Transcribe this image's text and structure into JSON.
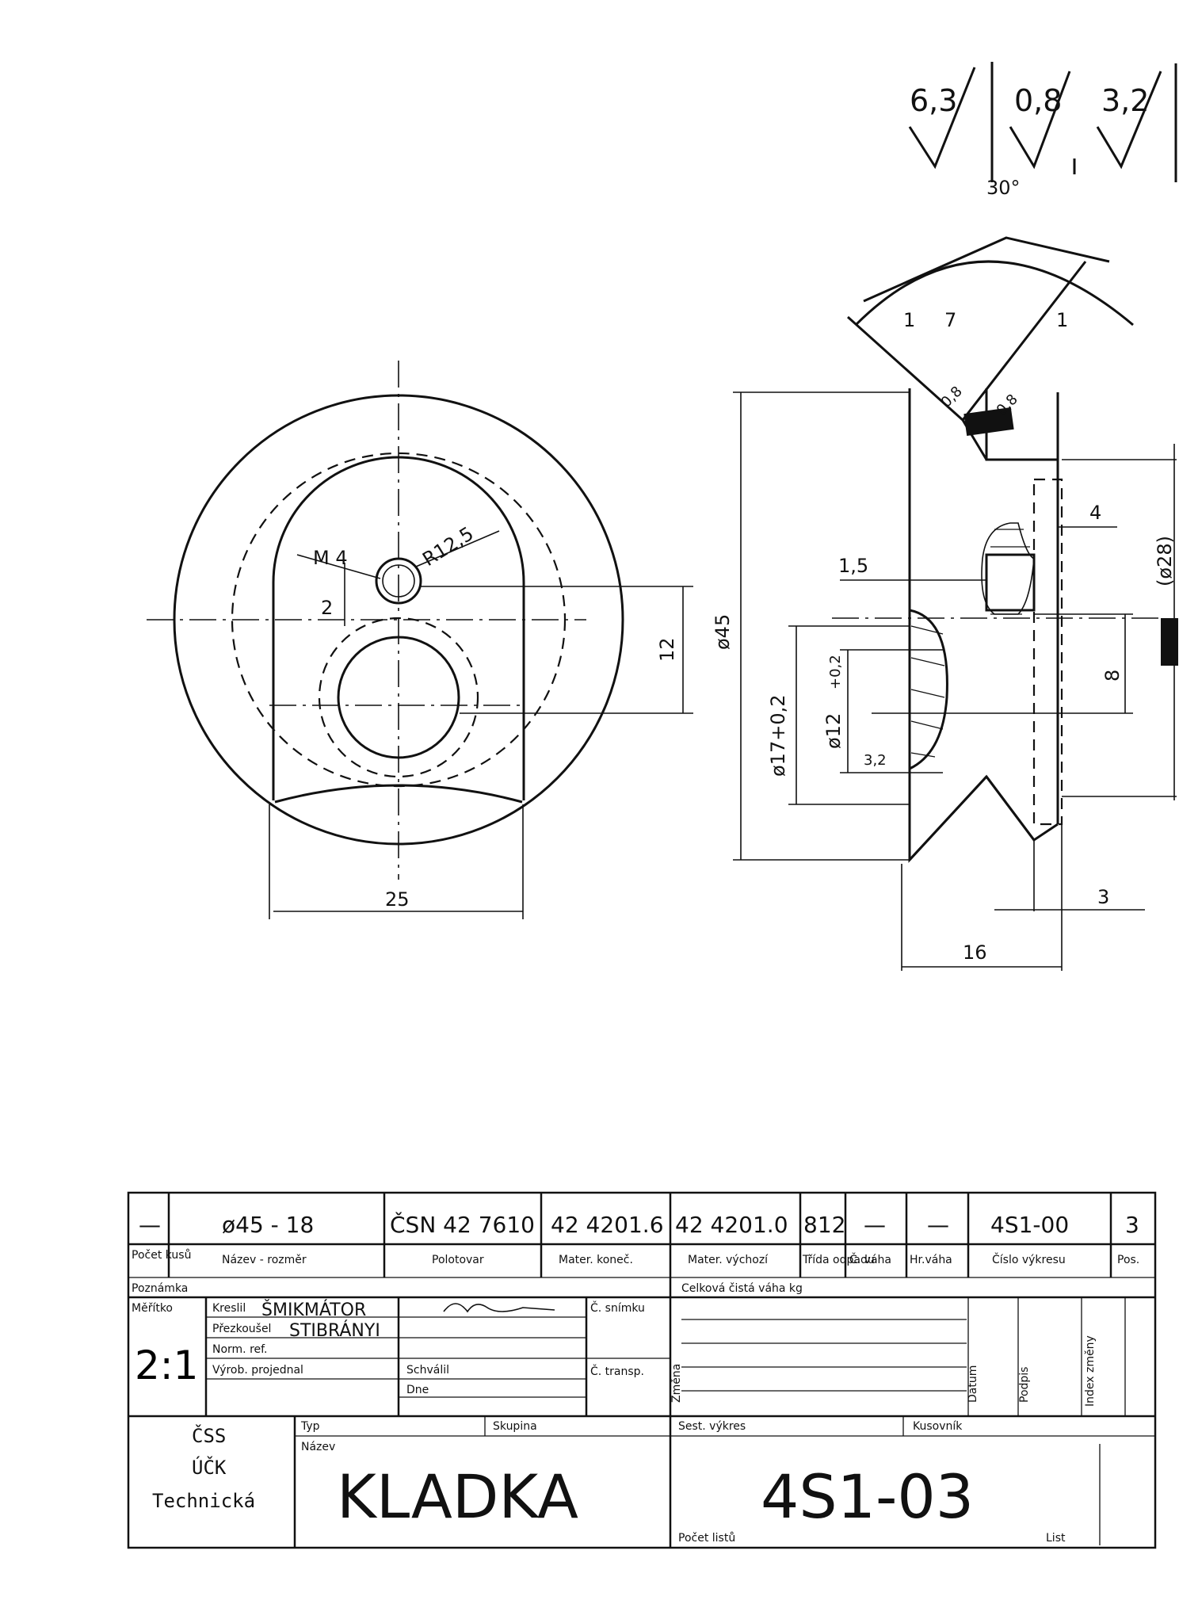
{
  "roughness": {
    "general": "6,3",
    "first": "0,8",
    "second": "3,2"
  },
  "front_view": {
    "thread": "M 4",
    "radius": "R12,5",
    "offset_small": "2",
    "offset_12": "12",
    "width_25": "25"
  },
  "side_view": {
    "angle": "30°",
    "dim_1_left": "1",
    "dim_7": "7",
    "dim_1_right": "1",
    "rough_08_a": "0,8",
    "rough_08_b": "0,8",
    "dim_4": "4",
    "dim_15": "1,5",
    "dia_28": "(ø28)",
    "dia_45": "ø45",
    "dia_17": "ø17+0,2",
    "dia_12": "ø12",
    "tol_12": "+0,2",
    "rough_32": "3,2",
    "dim_8": "8",
    "dim_3": "3",
    "dim_16": "16"
  },
  "title_block": {
    "row1": {
      "count": "—",
      "name_size": "ø45 - 18",
      "semi_product": "ČSN 42 7610",
      "material_final": "42 4201.6",
      "material_initial": "42 4201.0",
      "class": "812",
      "weight": "—",
      "gross_weight": "—",
      "drawing_no": "4S1-00",
      "pos": "3"
    },
    "labels": {
      "count": "Počet kusů",
      "name_size": "Název - rozměr",
      "semi_product": "Polotovar",
      "material_final": "Mater. koneč.",
      "material_initial": "Mater. výchozí",
      "class": "Třída odpadu",
      "weight": "Č. váha",
      "gross_weight": "Hr.váha",
      "drawing_no": "Číslo výkresu",
      "pos": "Pos.",
      "note": "Poznámka",
      "total_weight": "Celková čistá váha kg",
      "scale": "Měřítko",
      "drew": "Kreslil",
      "checked": "Přezkoušel",
      "norm": "Norm. ref.",
      "production": "Výrob. projednal",
      "approved": "Schválil",
      "day": "Dne",
      "snimek": "Č. snímku",
      "transp": "Č. transp.",
      "zmena": "Změna",
      "datum": "Datum",
      "podpis": "Podpis",
      "index": "Index změny",
      "typ": "Typ",
      "skupina": "Skupina",
      "nazev": "Název",
      "sest": "Sest. výkres",
      "kusovnik": "Kusovník",
      "pocet_listu": "Počet listů",
      "list": "List"
    },
    "scale": "2:1",
    "drew_name": "ŠMIKMÁTOR",
    "checked_name": "STIBRÁNYI",
    "company": [
      "ČSS",
      "ÚČK",
      "Technická"
    ],
    "title": "KLADKA",
    "number": "4S1-03"
  }
}
